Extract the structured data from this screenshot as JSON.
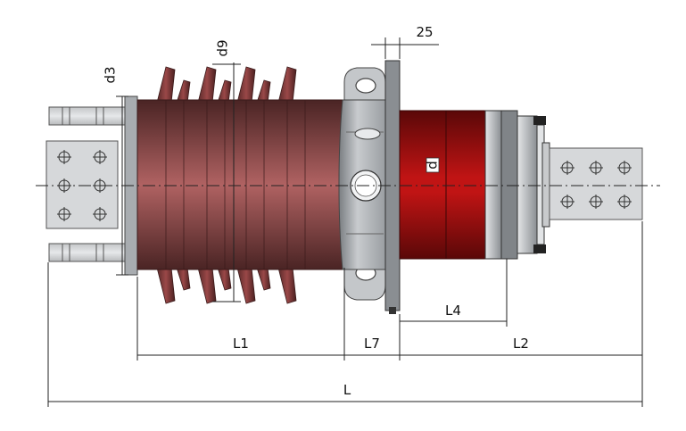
{
  "labels": {
    "d9": "d9",
    "d3": "d3",
    "dim_25": "25",
    "d": "d",
    "L1": "L1",
    "L7": "L7",
    "L4": "L4",
    "L2": "L2",
    "L": "L"
  },
  "colors": {
    "porcelain": "#8b3e3e",
    "porcelain_dark": "#4a2424",
    "porcelain_light": "#b06060",
    "flange": "#b8bcc0",
    "metal_light": "#d8dadc",
    "metal_dark": "#6e7276",
    "inner_sleeve": "#b01010",
    "terminal": "#d6d8da"
  }
}
